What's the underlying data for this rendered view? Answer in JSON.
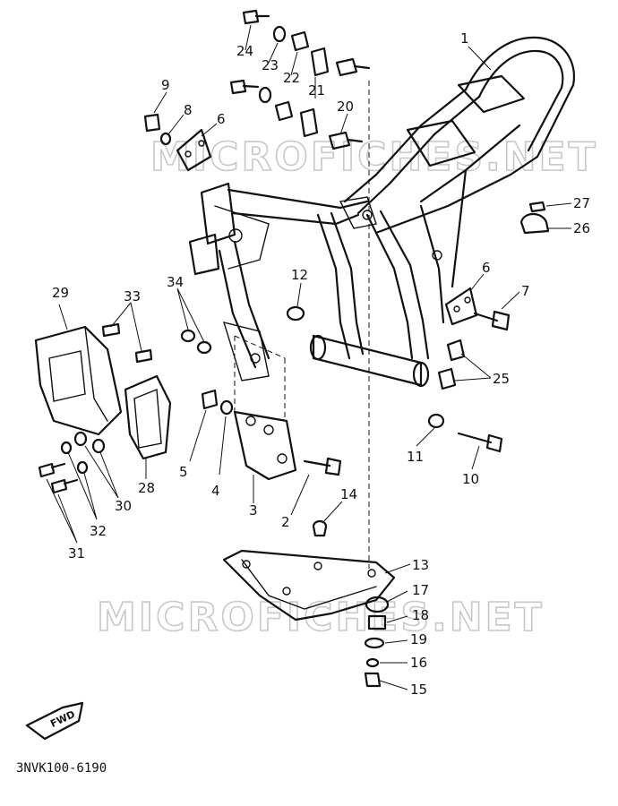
{
  "watermark": "MICROFICHES.NET",
  "diagram_code": "3NVK100-6190",
  "fwd_label": "FWD",
  "callouts": [
    {
      "id": "p1",
      "label": "1"
    },
    {
      "id": "p2",
      "label": "2"
    },
    {
      "id": "p3",
      "label": "3"
    },
    {
      "id": "p4",
      "label": "4"
    },
    {
      "id": "p5",
      "label": "5"
    },
    {
      "id": "p6a",
      "label": "6"
    },
    {
      "id": "p6b",
      "label": "6"
    },
    {
      "id": "p7",
      "label": "7"
    },
    {
      "id": "p8",
      "label": "8"
    },
    {
      "id": "p9",
      "label": "9"
    },
    {
      "id": "p10",
      "label": "10"
    },
    {
      "id": "p11",
      "label": "11"
    },
    {
      "id": "p12",
      "label": "12"
    },
    {
      "id": "p13",
      "label": "13"
    },
    {
      "id": "p14",
      "label": "14"
    },
    {
      "id": "p15",
      "label": "15"
    },
    {
      "id": "p16",
      "label": "16"
    },
    {
      "id": "p17",
      "label": "17"
    },
    {
      "id": "p18",
      "label": "18"
    },
    {
      "id": "p19",
      "label": "19"
    },
    {
      "id": "p20",
      "label": "20"
    },
    {
      "id": "p21",
      "label": "21"
    },
    {
      "id": "p22",
      "label": "22"
    },
    {
      "id": "p23",
      "label": "23"
    },
    {
      "id": "p24",
      "label": "24"
    },
    {
      "id": "p25",
      "label": "25"
    },
    {
      "id": "p26",
      "label": "26"
    },
    {
      "id": "p27",
      "label": "27"
    },
    {
      "id": "p28",
      "label": "28"
    },
    {
      "id": "p29",
      "label": "29"
    },
    {
      "id": "p30",
      "label": "30"
    },
    {
      "id": "p31",
      "label": "31"
    },
    {
      "id": "p32",
      "label": "32"
    },
    {
      "id": "p33",
      "label": "33"
    },
    {
      "id": "p34",
      "label": "34"
    }
  ]
}
